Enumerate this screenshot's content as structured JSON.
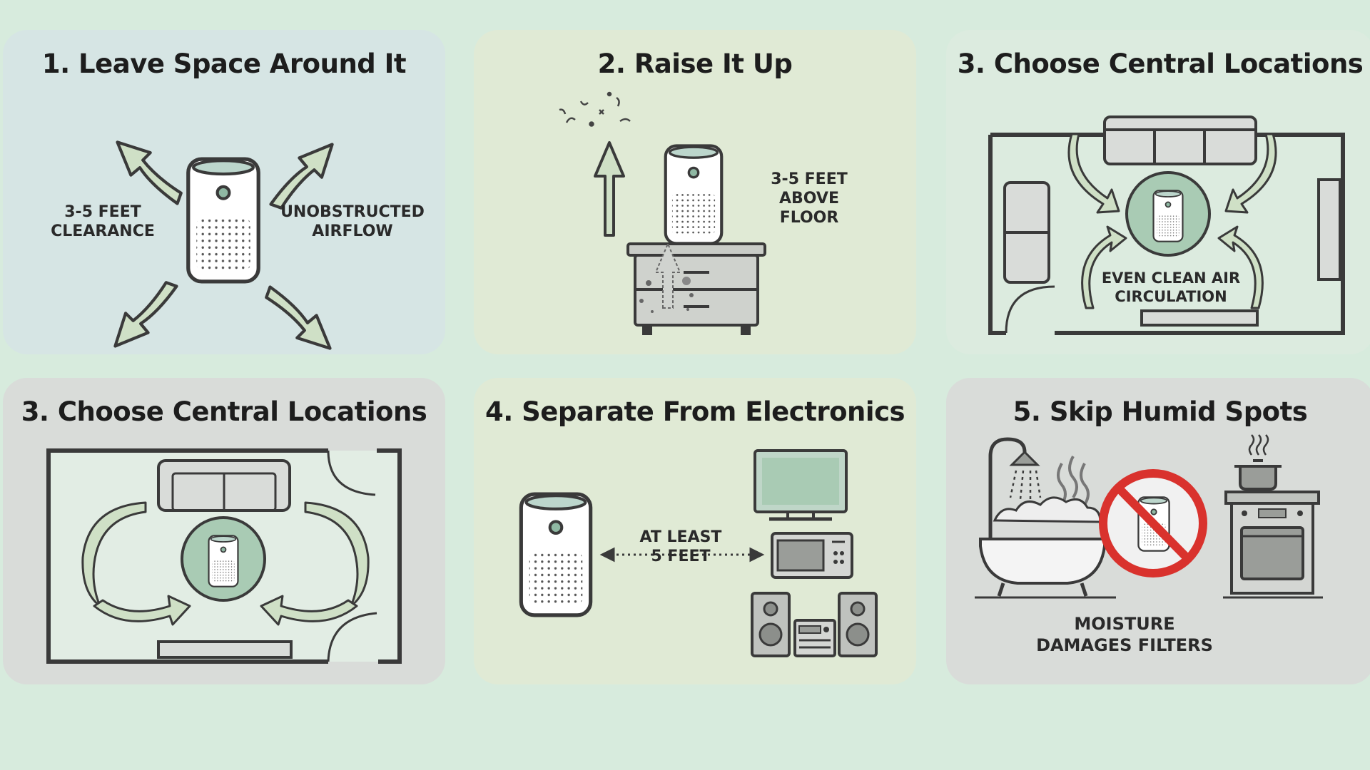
{
  "cards": [
    {
      "title": "1. Leave Space Around It",
      "labels": [
        "3-5 FEET\nCLEARANCE",
        "UNOBSTRUCTED\nAIRFLOW"
      ]
    },
    {
      "title": "2. Raise It Up",
      "labels": [
        "3-5 FEET\nABOVE\nFLOOR"
      ]
    },
    {
      "title": "3. Choose Central Locations",
      "labels": [
        "EVEN CLEAN AIR\nCIRCULATION"
      ]
    },
    {
      "title": "3. Choose Central Locations",
      "labels": []
    },
    {
      "title": "4. Separate From Electronics",
      "labels": [
        "AT LEAST\n5 FEET"
      ]
    },
    {
      "title": "5. Skip Humid Spots",
      "labels": [
        "MOISTURE\nDAMAGES FILTERS"
      ]
    }
  ],
  "colors": {
    "background": "#d7ebdd",
    "arrow_fill": "#cfe0c6",
    "line": "#3a3a3a",
    "circle_fill": "#a9cbb4",
    "prohibit_red": "#d9322d"
  },
  "icons": [
    "air-purifier-icon",
    "cabinet-icon",
    "sofa-icon",
    "tv-icon",
    "microwave-icon",
    "speaker-icon",
    "stereo-icon",
    "bathtub-icon",
    "shower-icon",
    "stove-icon",
    "pot-icon",
    "no-symbol-icon"
  ]
}
